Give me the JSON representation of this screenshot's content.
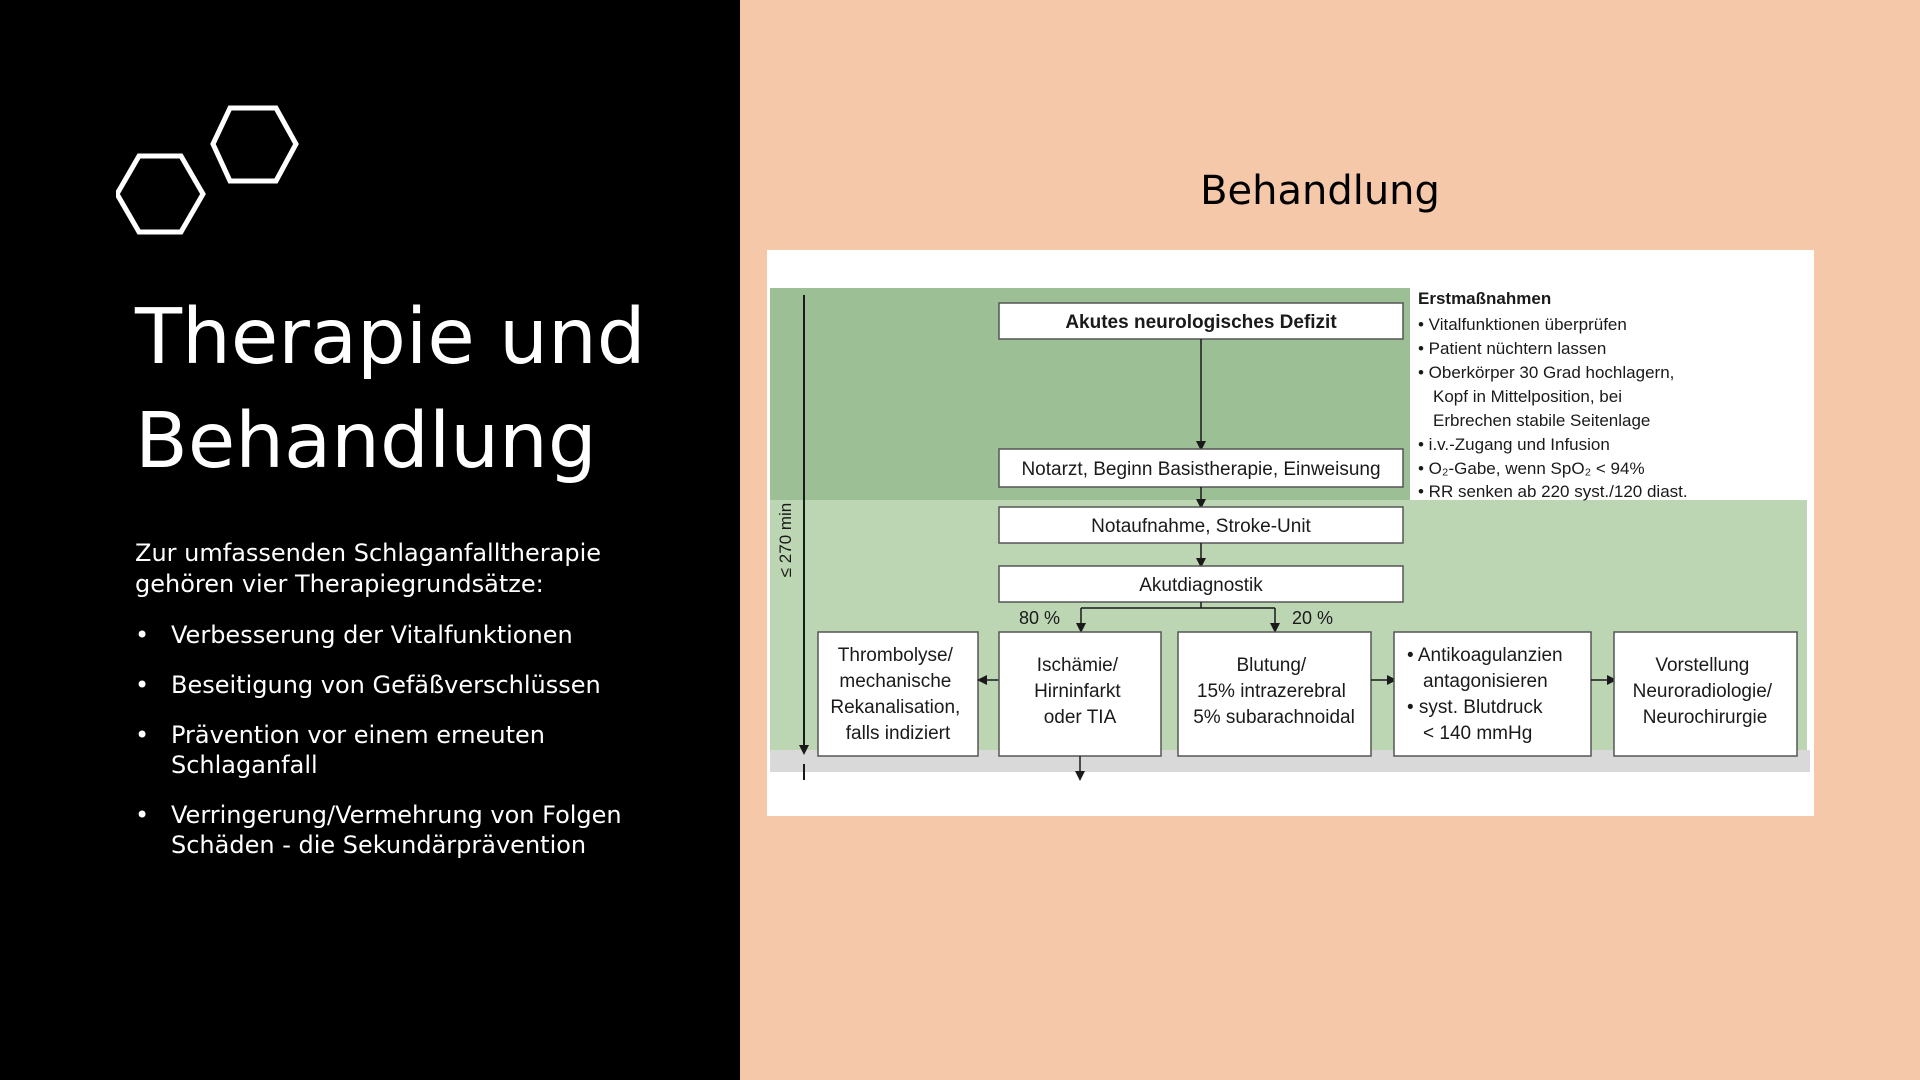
{
  "left": {
    "title_line1": "Therapie und",
    "title_line2": "Behandlung",
    "intro": "Zur umfassenden Schlaganfalltherapie gehören vier Therapiegrundsätze:",
    "bullets": [
      "Verbesserung der Vitalfunktionen",
      "Beseitigung von Gefäßverschlüssen",
      "Prävention vor einem erneuten Schlaganfall",
      "Verringerung/Vermehrung von Folgen Schäden - die Sekundärprävention"
    ]
  },
  "right": {
    "title": "Behandlung"
  },
  "flowchart": {
    "time_label": "≤ 270 min",
    "box_deficit": "Akutes neurologisches Defizit",
    "box_notarzt": "Notarzt, Beginn Basistherapie, Einweisung",
    "box_notaufnahme": "Notaufnahme, Stroke-Unit",
    "box_akutdiagnostik": "Akutdiagnostik",
    "pct_left": "80 %",
    "pct_right": "20 %",
    "box_thrombolyse": [
      "Thrombolyse/",
      "mechanische",
      "Rekanalisation,",
      "falls indiziert"
    ],
    "box_ischaemie": [
      "Ischämie/",
      "Hirninfarkt",
      "oder TIA"
    ],
    "box_blutung": [
      "Blutung/",
      "15% intrazerebral",
      "5% subarachnoidal"
    ],
    "box_antikoag": [
      "• Antikoagulanzien",
      "antagonisieren",
      "• syst. Blutdruck",
      "< 140 mmHg"
    ],
    "box_vorstellung": [
      "Vorstellung",
      "Neuroradiologie/",
      "Neurochirurgie"
    ],
    "erst_title": "Erstmaßnahmen",
    "erst_lines": [
      "• Vitalfunktionen überprüfen",
      "• Patient nüchtern lassen",
      "• Oberkörper 30 Grad hochlagern,",
      "Kopf in Mittelposition, bei",
      "Erbrechen stabile Seitenlage",
      "• i.v.-Zugang und Infusion",
      "• O₂-Gabe, wenn SpO₂ < 94%",
      "• RR senken ab 220 syst./120 diast."
    ]
  },
  "colors": {
    "left_bg": "#000000",
    "right_bg": "#f6c8aa",
    "green_dark": "#9dbf95",
    "green_light": "#bcd6b3"
  }
}
